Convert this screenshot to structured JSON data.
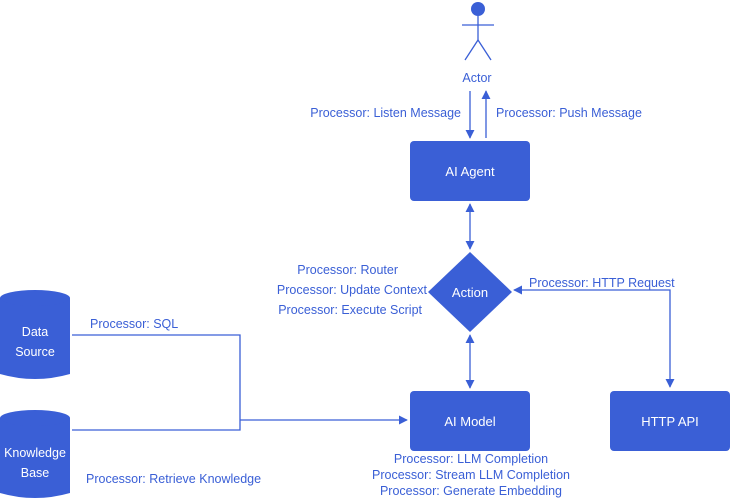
{
  "actor": {
    "label": "Actor"
  },
  "edges": {
    "listen": "Processor: Listen Message",
    "push": "Processor: Push Message",
    "router": "Processor: Router",
    "update_context": "Processor: Update Context",
    "execute_script": "Processor: Execute Script",
    "http_request": "Processor: HTTP Request",
    "sql": "Processor: SQL",
    "retrieve_knowledge": "Processor: Retrieve Knowledge",
    "llm_completion": "Processor: LLM Completion",
    "stream_llm_completion": "Processor: Stream LLM Completion",
    "generate_embedding": "Processor: Generate Embedding"
  },
  "nodes": {
    "ai_agent": "AI Agent",
    "action": "Action",
    "ai_model": "AI Model",
    "http_api": "HTTP API",
    "data_source": [
      "Data",
      "Source"
    ],
    "knowledge_base": [
      "Knowledge",
      "Base"
    ]
  },
  "colors": {
    "accent": "#3a5fd6"
  }
}
